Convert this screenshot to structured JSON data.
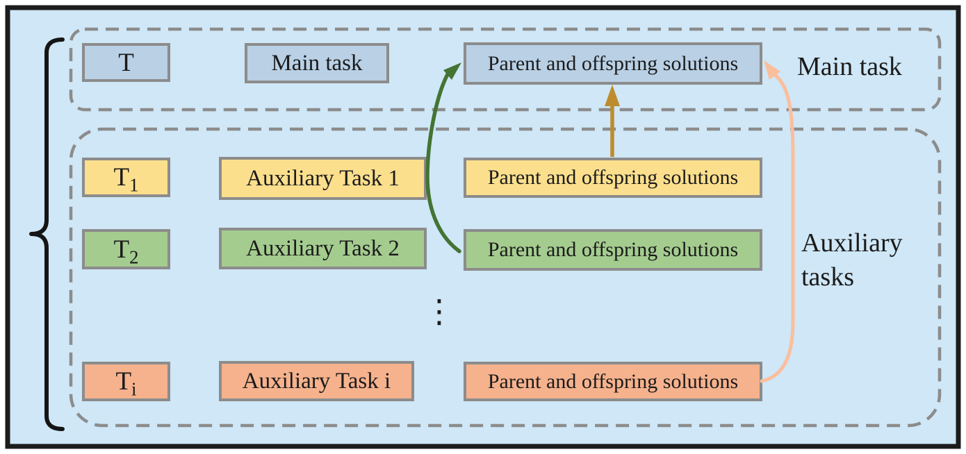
{
  "figure": {
    "description_labels": {
      "main_section": "Main task",
      "aux_section_line1": "Auxiliary",
      "aux_section_line2": "tasks"
    }
  },
  "sections": {
    "main": {
      "label": "Main task"
    },
    "auxiliary": {
      "label_line1": "Auxiliary",
      "label_line2": "tasks"
    }
  },
  "rows": [
    {
      "id": "main",
      "tag_base": "T",
      "tag_sub": "",
      "task_label": "Main task",
      "solutions_label": "Parent and offspring solutions"
    },
    {
      "id": "aux-1",
      "tag_base": "T",
      "tag_sub": "1",
      "task_label": "Auxiliary Task 1",
      "solutions_label": "Parent and offspring solutions"
    },
    {
      "id": "aux-2",
      "tag_base": "T",
      "tag_sub": "2",
      "task_label": "Auxiliary Task 2",
      "solutions_label": "Parent and offspring solutions"
    },
    {
      "id": "aux-i",
      "tag_base": "T",
      "tag_sub": "i",
      "task_label": "Auxiliary Task i",
      "solutions_label": "Parent and offspring solutions"
    }
  ],
  "ellipsis": "⋮",
  "colors": {
    "background": "#cfe7f6",
    "frame": "#1c1c1c",
    "dash": "#8c8c8c",
    "brace": "#151515",
    "main_fill": "#b9d0e5",
    "aux1_fill": "#fbdf8d",
    "aux2_fill": "#a4cc8f",
    "auxi_fill": "#f5b28d",
    "arrow_gold": "#be8c2c",
    "arrow_green": "#447434",
    "arrow_salmon": "#fbbe9d"
  }
}
